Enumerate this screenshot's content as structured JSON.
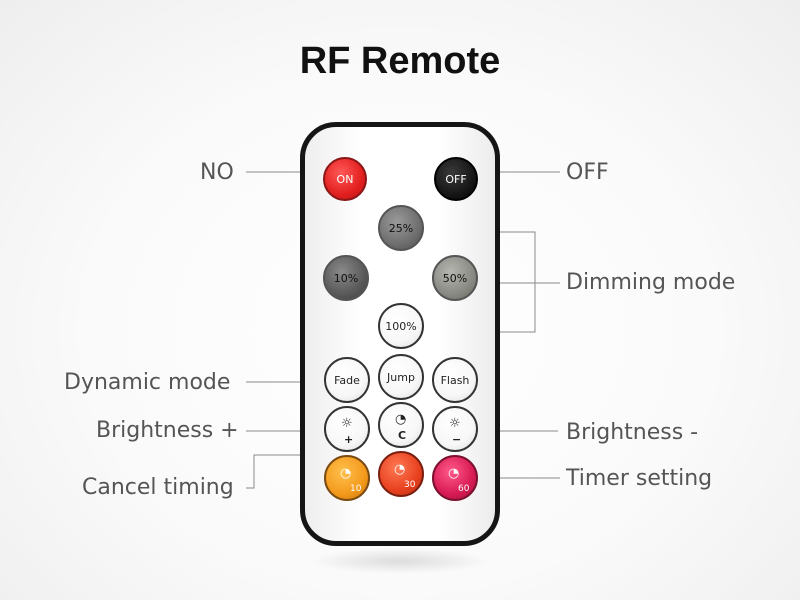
{
  "title": "RF Remote",
  "labels": {
    "no": "NO",
    "off": "OFF",
    "dimming_mode": "Dimming mode",
    "dynamic_mode": "Dynamic mode",
    "brightness_plus": "Brightness +",
    "brightness_minus": "Brightness -",
    "cancel_timing": "Cancel timing",
    "timer_setting": "Timer setting"
  },
  "buttons": {
    "on": "ON",
    "off": "OFF",
    "dim_25": "25%",
    "dim_10": "10%",
    "dim_50": "50%",
    "dim_100": "100%",
    "fade": "Fade",
    "jump": "Jump",
    "flash": "Flash",
    "plus_sign": "+",
    "cancel_sign": "C",
    "minus_sign": "−",
    "timer_10": "10",
    "timer_30": "30",
    "timer_60": "60"
  },
  "icons": {
    "brightness_up": "sun-icon",
    "cancel_timer": "clock-icon",
    "brightness_down": "sun-icon",
    "timer": "clock-icon"
  },
  "colors": {
    "on_button": "#e32020",
    "off_button": "#111111",
    "dim_25": "#6f6f6f",
    "dim_10": "#5a5a5a",
    "dim_50": "#8a8a84",
    "timer_10": "#f39a1c",
    "timer_30": "#e8411f",
    "timer_60": "#d81b54",
    "leader_lines": "#888888"
  }
}
